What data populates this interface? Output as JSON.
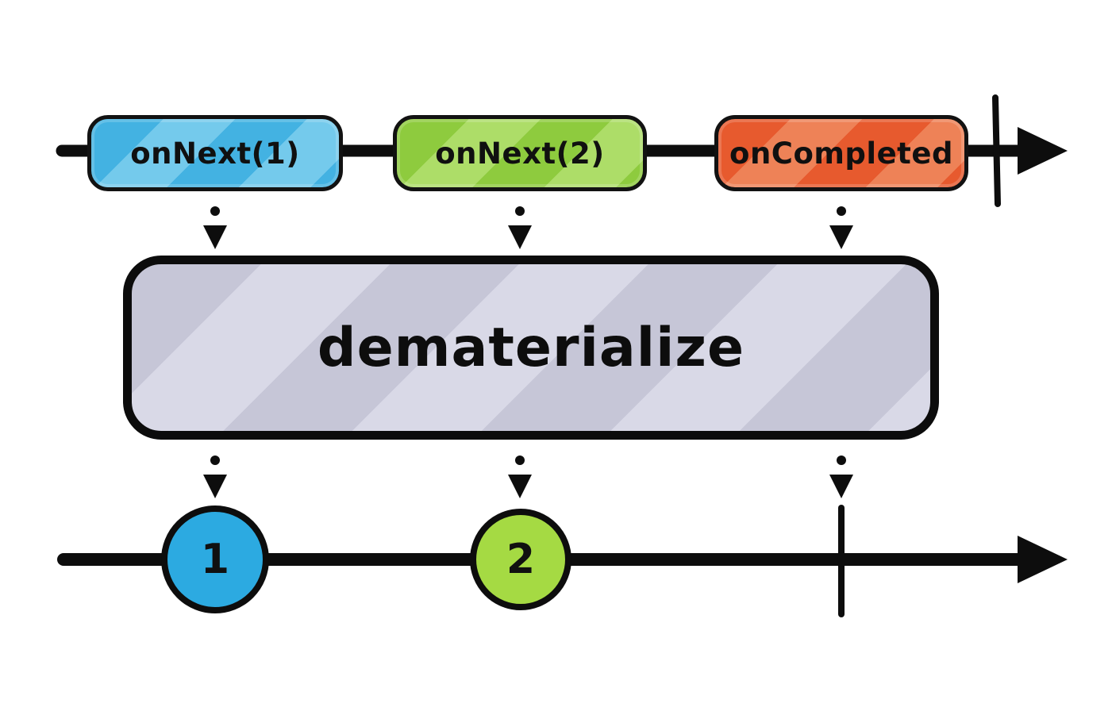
{
  "source_timeline": {
    "events": [
      {
        "label": "onNext(1)",
        "color": "#43b2e2"
      },
      {
        "label": "onNext(2)",
        "color": "#8ecb3e"
      },
      {
        "label": "onCompleted",
        "color": "#e75a2e"
      }
    ],
    "completed": true
  },
  "operator": {
    "label": "dematerialize",
    "fill": "#c6c6d7",
    "border": "#0d0d0d"
  },
  "output_timeline": {
    "marbles": [
      {
        "label": "1",
        "color": "#2caae1"
      },
      {
        "label": "2",
        "color": "#a5da43"
      }
    ],
    "completed": true
  }
}
